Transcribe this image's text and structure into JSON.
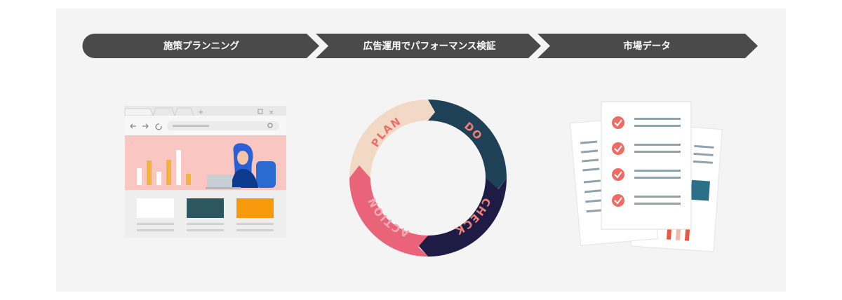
{
  "steps": [
    {
      "label": "施策プランニング"
    },
    {
      "label": "広告運用でパフォーマンス検証"
    },
    {
      "label": "市場データ"
    }
  ],
  "cycle": {
    "plan": "PLAN",
    "do": "DO",
    "check": "CHECK",
    "action": "ACTION"
  },
  "colors": {
    "panel": "#f4f4f4",
    "step_bar": "#4a4a4a",
    "plan": "#f1d9c6",
    "do": "#1f4157",
    "check": "#1e1b45",
    "action": "#ea6479",
    "accent_salmon": "#f08075"
  },
  "browser": {
    "icons": [
      "back-arrow-icon",
      "forward-arrow-icon",
      "reload-icon",
      "search-icon",
      "new-tab-plus-icon",
      "window-square-icon",
      "close-x-icon"
    ]
  }
}
